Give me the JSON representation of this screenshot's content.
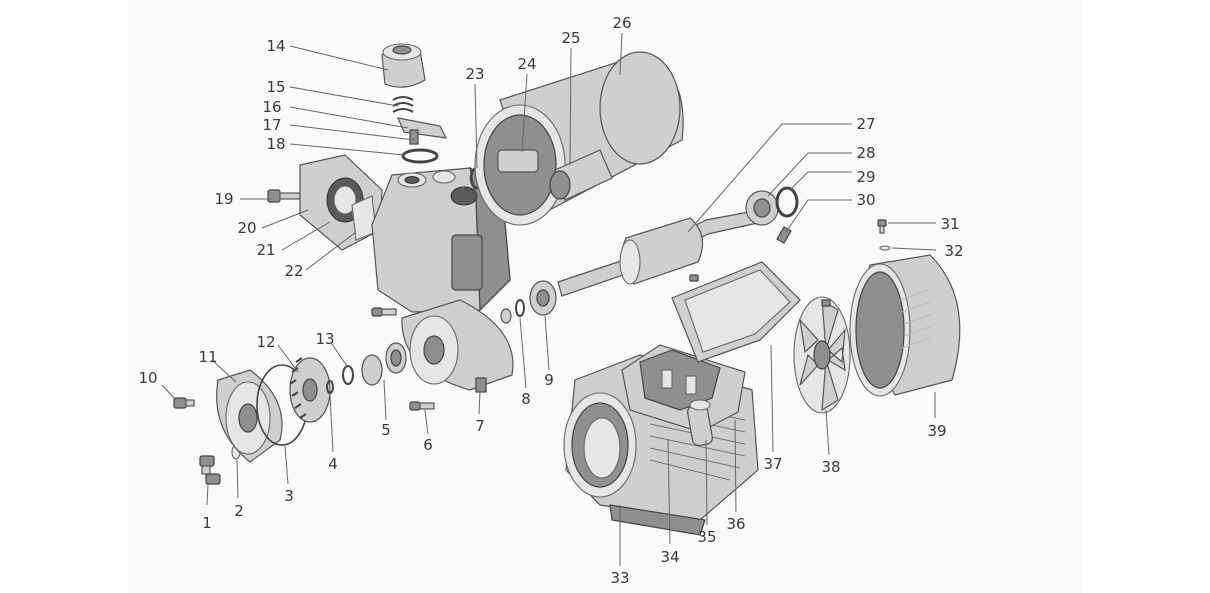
{
  "diagram": {
    "colors": {
      "background": "#ffffff",
      "panel": "#fafafa",
      "part_fill": "#cfcfcf",
      "part_shadow": "#8f8f8f",
      "line": "#666666",
      "text": "#3a3a3a"
    },
    "callouts": {
      "n1": "1",
      "n2": "2",
      "n3": "3",
      "n4": "4",
      "n5": "5",
      "n6": "6",
      "n7": "7",
      "n8": "8",
      "n9": "9",
      "n10": "10",
      "n11": "11",
      "n12": "12",
      "n13": "13",
      "n14": "14",
      "n15": "15",
      "n16": "16",
      "n17": "17",
      "n18": "18",
      "n19": "19",
      "n20": "20",
      "n21": "21",
      "n22": "22",
      "n23": "23",
      "n24": "24",
      "n25": "25",
      "n26": "26",
      "n27": "27",
      "n28": "28",
      "n29": "29",
      "n30": "30",
      "n31": "31",
      "n32": "32",
      "n33": "33",
      "n34": "34",
      "n35": "35",
      "n36": "36",
      "n37": "37",
      "n38": "38",
      "n39": "39"
    }
  }
}
